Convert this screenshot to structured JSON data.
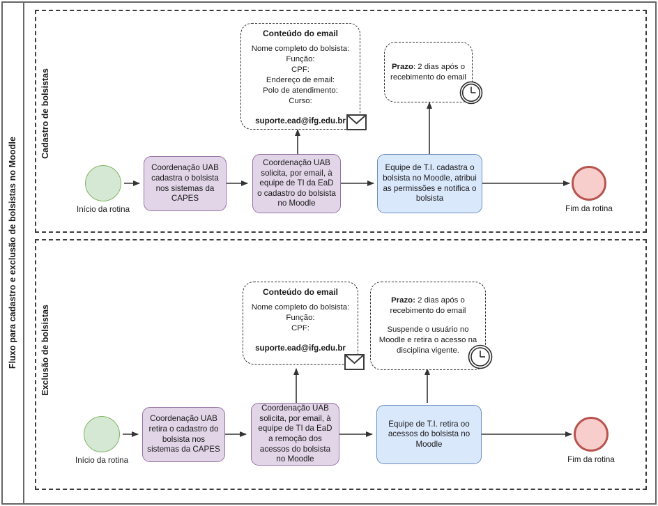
{
  "pool": {
    "title": "Fluxo para cadastro e exclusão de bolsistas no Moodle"
  },
  "lanes": [
    {
      "id": "cadastro",
      "label": "Cadastro de bolsistas"
    },
    {
      "id": "exclusao",
      "label": "Exclusão de bolsistas"
    }
  ],
  "colors": {
    "start_fill": "#d5e8d4",
    "start_stroke": "#82b366",
    "end_fill": "#f8cecc",
    "end_stroke": "#b85450",
    "process_purple_fill": "#e1d5e7",
    "process_purple_stroke": "#9673a6",
    "process_blue_fill": "#dae8fc",
    "process_blue_stroke": "#6c8ebf",
    "frame_stroke": "#666666",
    "lane_stroke": "#3b3b3b",
    "edge_stroke": "#333333"
  },
  "flow_cadastro": {
    "start": {
      "caption": "Início da rotina"
    },
    "step1": "Coordenação UAB cadastra o bolsista nos sistemas da CAPES",
    "step2": "Coordenação UAB solicita, por email, à equipe de TI da EaD o cadastro do bolsista no Moodle",
    "step3": "Equipe de T.I. cadastra o bolsista no Moodle, atribui as permissões e notifica o bolsista",
    "end": {
      "caption": "Fim da rotina"
    },
    "email_note": {
      "title": "Conteúdo do email",
      "lines": [
        "Nome completo do bolsista:",
        "Função:",
        "CPF:",
        "Endereço de email:",
        "Polo de atendimento:",
        "Curso:"
      ],
      "email": "suporte.ead@ifg.edu.br",
      "icon": "envelope-icon"
    },
    "deadline_note": {
      "label": "Prazo",
      "text": ": 2 dias após o recebimento do email",
      "icon": "clock-icon"
    }
  },
  "flow_exclusao": {
    "start": {
      "caption": "Início da rotina"
    },
    "step1": "Coordenação UAB retira o cadastro do bolsista nos sistemas da CAPES",
    "step2": "Coordenação UAB solicita, por email, à equipe de TI da EaD a remoção dos acessos do bolsista no Moodle",
    "step3": "Equipe de T.I. retira oo acessos do bolsista no Moodle",
    "end": {
      "caption": "Fim da rotina"
    },
    "email_note": {
      "title": "Conteúdo do email",
      "lines": [
        "Nome completo do bolsista:",
        "Função:",
        "CPF:"
      ],
      "email": "suporte.ead@ifg.edu.br",
      "icon": "envelope-icon"
    },
    "deadline_note": {
      "label": "Prazo:",
      "text": " 2 dias após o recebimento do email",
      "paragraph": "Suspende o usuário no Moodle e retira o acesso na disciplina vigente.",
      "icon": "clock-icon"
    }
  }
}
